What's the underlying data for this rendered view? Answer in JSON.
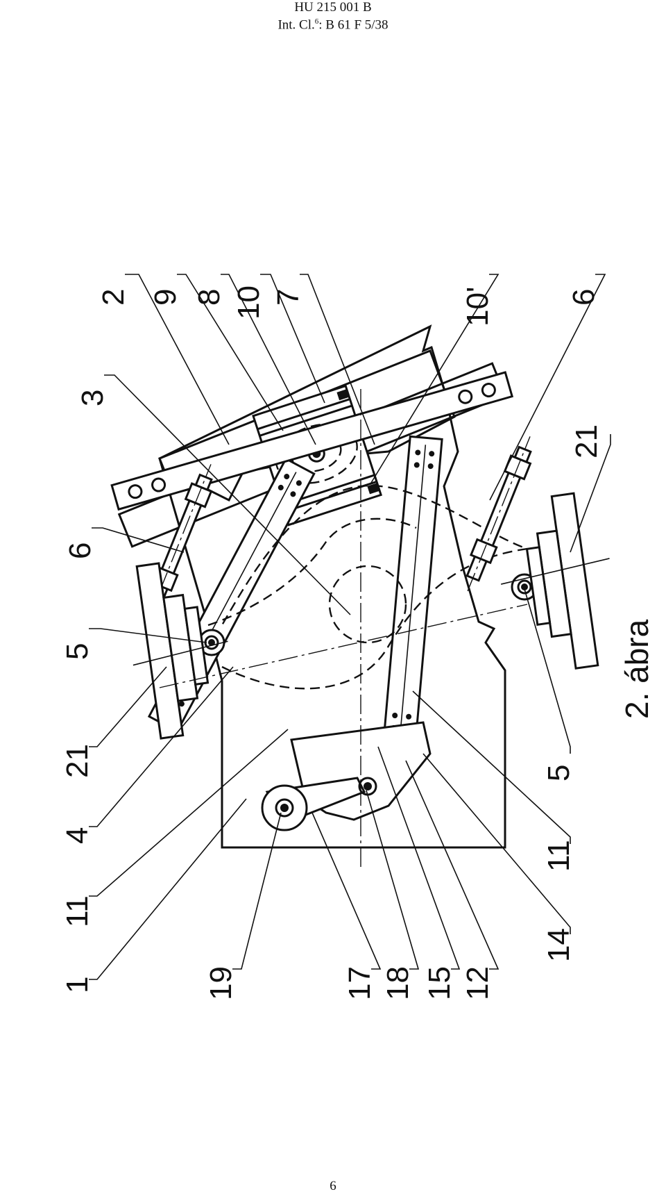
{
  "header": {
    "line1": "HU 215 001 B",
    "line2_prefix": "Int. Cl.",
    "line2_sup": "6",
    "line2_suffix": ": B 61 F  5/38"
  },
  "figure": {
    "caption": "2. ábra",
    "labels": {
      "l2": "2",
      "l9": "9",
      "l8": "8",
      "l10": "10",
      "l7": "7",
      "l10p": "10'",
      "l6r": "6",
      "l3": "3",
      "l6l": "6",
      "l5l": "5",
      "l21r": "21",
      "l21l": "21",
      "l4": "4",
      "l11l": "11",
      "l1": "1",
      "l19": "19",
      "l17": "17",
      "l18": "18",
      "l15": "15",
      "l12": "12",
      "l14": "14",
      "l11r": "11",
      "l5r": "5"
    }
  },
  "page_number": "6"
}
